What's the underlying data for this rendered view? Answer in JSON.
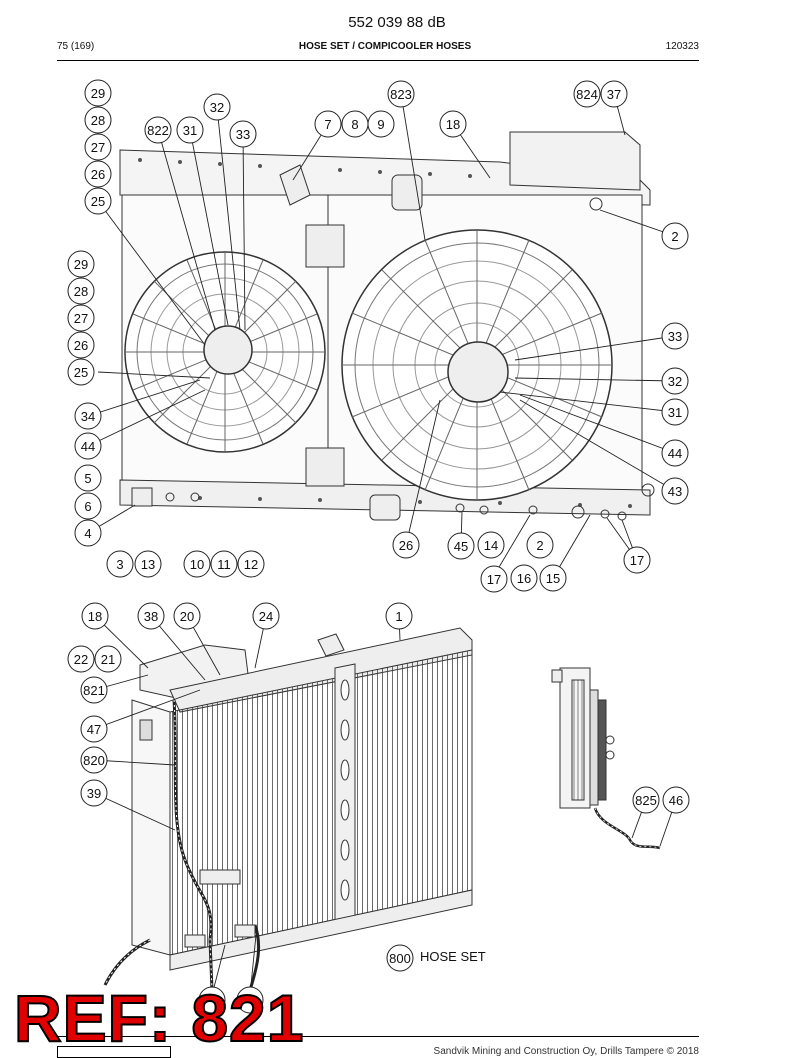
{
  "header": {
    "document_number": "552 039 88 dB",
    "page": "75 (169)",
    "title": "HOSE SET / COMPICOOLER HOSES",
    "date_code": "120323"
  },
  "legend": {
    "callout": "800",
    "label": "HOSE SET"
  },
  "callouts": {
    "upper": [
      "29",
      "28",
      "27",
      "26",
      "25",
      "32",
      "822",
      "31",
      "33",
      "7",
      "8",
      "9",
      "823",
      "18",
      "824",
      "37",
      "2",
      "29",
      "28",
      "27",
      "26",
      "25",
      "34",
      "44",
      "5",
      "6",
      "4",
      "3",
      "13",
      "10",
      "11",
      "12",
      "26",
      "45",
      "14",
      "2",
      "17",
      "16",
      "15",
      "17",
      "33",
      "32",
      "31",
      "44",
      "43"
    ],
    "lower": [
      "18",
      "38",
      "20",
      "24",
      "1",
      "22",
      "21",
      "821",
      "47",
      "820",
      "39"
    ],
    "side": [
      "825",
      "46"
    ]
  },
  "stamp": {
    "text": "REF: 821",
    "color": "#e00000"
  },
  "footer": {
    "text": "Sandvik Mining and Construction Oy, Drills Tampere © 2018"
  }
}
